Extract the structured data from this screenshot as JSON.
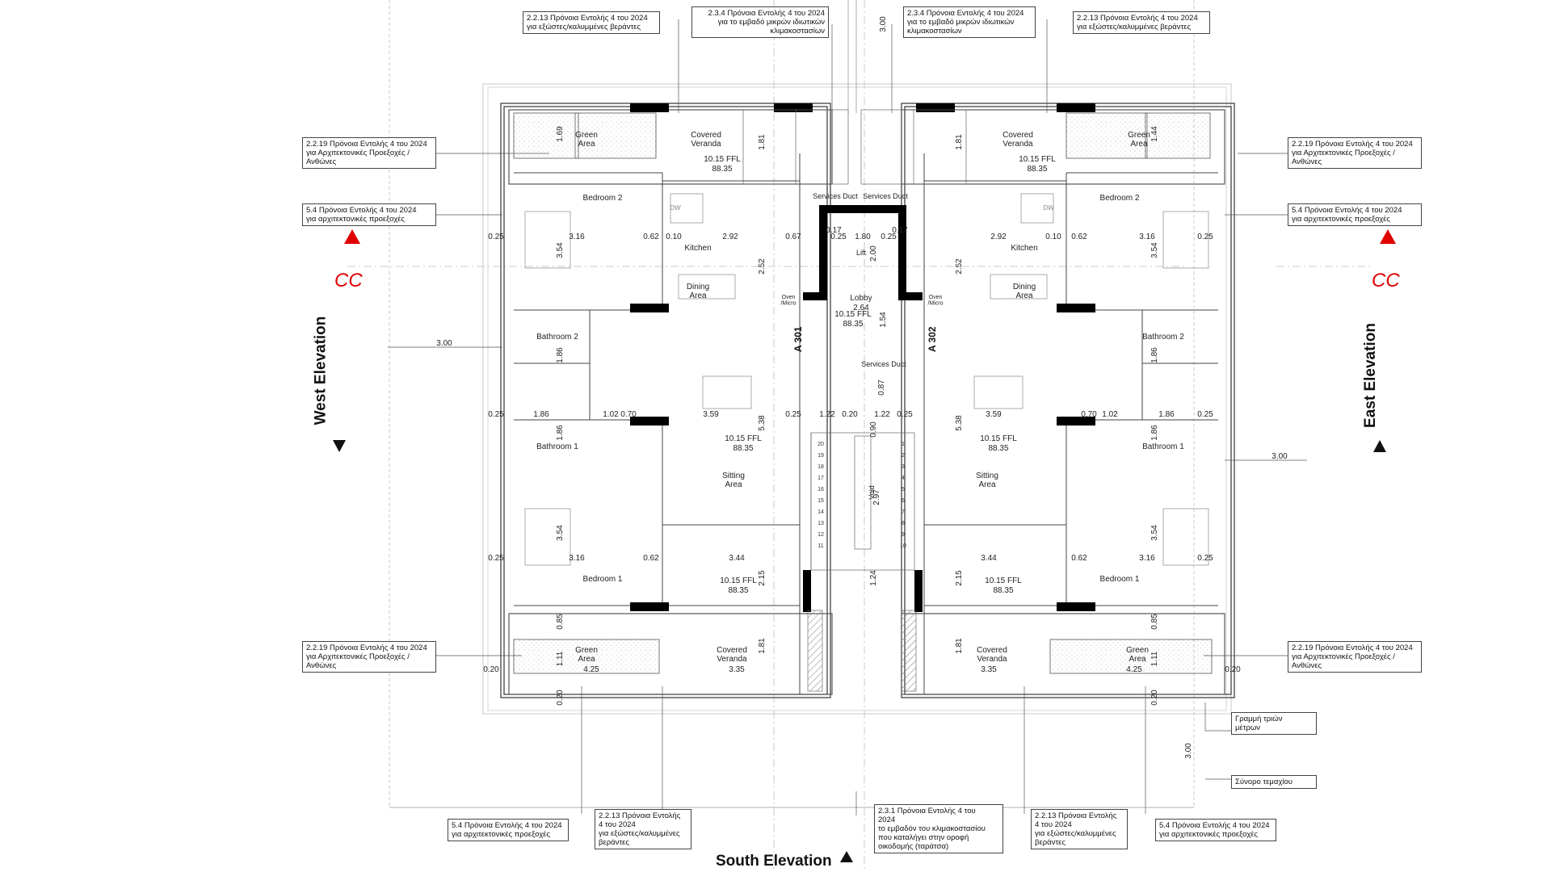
{
  "elevations": {
    "west": "West Elevation",
    "east": "East Elevation",
    "south": "South Elevation",
    "section": "CC"
  },
  "annotations": {
    "n_top_2213_l": "2.2.13 Πρόνοια Εντολής 4 του 2024\nγια εξώστες/καλυμμένες βεράντες",
    "n_top_234_l": "2.3.4 Πρόνοια Εντολής 4 του 2024\nγια το εμβαδό μικρών ιδιωτικών\nκλιμακοστασίων",
    "n_top_234_r": "2.3.4 Πρόνοια Εντολής 4 του 2024\nγια το εμβαδό μικρών ιδιωτικών\nκλιμακοστασίων",
    "n_top_2213_r": "2.2.13 Πρόνοια Εντολής 4 του 2024\nγια εξώστες/καλυμμένες βεράντες",
    "n_2219_tl": "2.2.19 Πρόνοια Εντολής 4 του 2024\nγια Αρχιτεκτονικές Προεξοχές /\nΑνθώνες",
    "n_2219_tr": "2.2.19 Πρόνοια Εντολής 4 του 2024\nγια Αρχιτεκτονικές Προεξοχές /\nΑνθώνες",
    "n_54_l": "5.4 Πρόνοια Εντολής 4 του 2024\nγια αρχιτεκτονικές προεξοχές",
    "n_54_r": "5.4 Πρόνοια Εντολής 4 του 2024\nγια αρχιτεκτονικές προεξοχές",
    "n_2219_bl": "2.2.19 Πρόνοια Εντολής 4 του 2024\nγια Αρχιτεκτονικές Προεξοχές /\nΑνθώνες",
    "n_2219_br": "2.2.19 Πρόνοια Εντολής 4 του 2024\nγια Αρχιτεκτονικές Προεξοχές /\nΑνθώνες",
    "n_3line": "Γραμμή τριών\nμέτρων",
    "n_boundary": "Σύνορο τεμαχίου",
    "n_54_bl": "5.4 Πρόνοια Εντολής 4 του 2024\nγια αρχιτεκτονικές προεξοχές",
    "n_2213_bl": "2.2.13 Πρόνοια Εντολής\n4 του 2024\nγια εξώστες/καλυμμένες\nβεράντες",
    "n_231": "2.3.1 Πρόνοια Εντολής 4 του\n2024\nτο εμβαδόν του κλιμακοστασίου\nπου καταλήγει στην οροφή\nοικοδομής (ταράτσα)",
    "n_2213_br": "2.2.13 Πρόνοια Εντολής\n4 του 2024\nγια εξώστες/καλυμμένες\nβεράντες",
    "n_54_br": "5.4 Πρόνοια Εντολής 4 του 2024\nγια αρχιτεκτονικές προεξοχές"
  },
  "rooms": {
    "green_area": "Green\nArea",
    "covered_veranda": "Covered\nVeranda",
    "bedroom_2": "Bedroom 2",
    "bedroom_1": "Bedroom 1",
    "kitchen": "Kitchen",
    "dining_area": "Dining\nArea",
    "bathroom_2": "Bathroom 2",
    "bathroom_1": "Bathroom 1",
    "sitting_area": "Sitting\nArea",
    "services_duct": "Services Duct",
    "lift": "Lift",
    "lobby": "Lobby",
    "void": "Void",
    "oven": "Oven\n/Micro",
    "dw": "DW"
  },
  "levels": {
    "ffl": "10.15 FFL",
    "ffl_value": "88.35"
  },
  "units": {
    "left": "A 301",
    "right": "A 302"
  },
  "dimensions": {
    "d_300": "3.00",
    "d_025": "0.25",
    "d_316": "3.16",
    "d_062": "0.62",
    "d_010": "0.10",
    "d_292": "2.92",
    "d_067": "0.67",
    "d_017": "0.17",
    "d_180": "1.80",
    "d_200": "2.00",
    "d_354": "3.54",
    "d_252": "2.52",
    "d_264": "2.64",
    "d_154": "1.54",
    "d_186": "1.86",
    "d_102": "1.02",
    "d_359": "3.59",
    "d_122": "1.22",
    "d_020": "0.20",
    "d_538": "5.38",
    "d_087": "0.87",
    "d_090": "0.90",
    "d_344": "3.44",
    "d_215": "2.15",
    "d_124": "1.24",
    "d_085": "0.85",
    "d_111": "1.11",
    "d_181": "1.81",
    "d_425": "4.25",
    "d_335": "3.35",
    "d_169": "1.69",
    "d_144": "1.44",
    "d_297": "2.97",
    "d_070": "0.70"
  },
  "stairs_numbers": [
    "20",
    "19",
    "18",
    "17",
    "16",
    "15",
    "14",
    "13",
    "12",
    "11",
    "1",
    "2",
    "3",
    "4",
    "5",
    "6",
    "7",
    "8",
    "9",
    "10"
  ]
}
